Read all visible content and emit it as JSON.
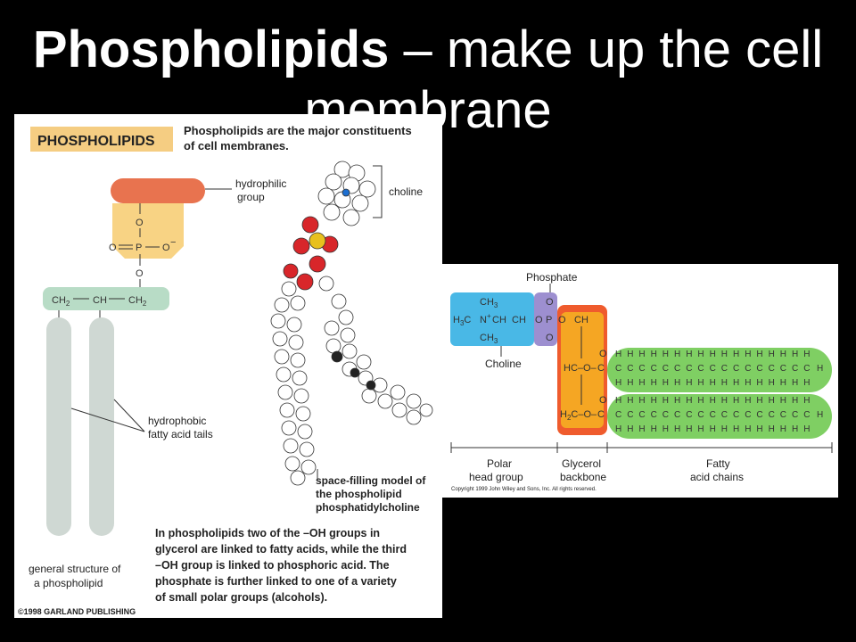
{
  "title": {
    "bold": "Phospholipids",
    "rest": " – make up the cell membrane"
  },
  "left_figure": {
    "header_box": "PHOSPHOLIPIDS",
    "intro_line1": "Phospholipids are the major constituents",
    "intro_line2": "of cell membranes.",
    "hydrophilic_line1": "hydrophilic",
    "hydrophilic_line2": "group",
    "choline": "choline",
    "atom_O_top": "O",
    "atom_O_left": "O",
    "atom_P": "P",
    "atom_O_right": "O",
    "charge_minus": "−",
    "atom_O_bottom": "O",
    "ch2_left": "CH",
    "sub2_left": "2",
    "ch_middle": "CH",
    "ch2_right": "CH",
    "sub2_right": "2",
    "hydrophobic_line1": "hydrophobic",
    "hydrophobic_line2": "fatty acid tails",
    "space_line1": "space-filling model of",
    "space_line2": "the phospholipid",
    "space_line3": "phosphatidylcholine",
    "general_line1": "general structure of",
    "general_line2": "a phospholipid",
    "body_line1": "In phospholipids two of the –OH groups in",
    "body_line2": "glycerol are linked to fatty acids, while the third",
    "body_line3": "–OH group is linked to phosphoric acid. The",
    "body_line4": "phosphate is further linked to one of a variety",
    "body_line5": "of small polar groups (alcohols).",
    "copyright": "©1998 GARLAND PUBLISHING"
  },
  "right_figure": {
    "phosphate_label": "Phosphate",
    "choline_label": "Choline",
    "ch3_top": "CH",
    "ch3_bottom": "CH",
    "sub3": "3",
    "h3c": "H",
    "n_plus": "N",
    "plus": "+",
    "ch2_a": "CH",
    "ch2_b": "CH",
    "o_link": "O",
    "p_atom": "P",
    "o_minus_top": "O",
    "o_bottom": "O",
    "o_link2": "O",
    "ch2_glycerol_top": "CH",
    "hc_o": "HC–O–",
    "h2c_o": "H",
    "c_atom": "C",
    "o_dbl": "O",
    "c_char": "C",
    "h_char": "H",
    "polar_line1": "Polar",
    "polar_line2": "head group",
    "glycerol_line1": "Glycerol",
    "glycerol_line2": "backbone",
    "fatty_line1": "Fatty",
    "fatty_line2": "acid chains",
    "copyright": "Copyright 1999 John Wiley and Sons, Inc. All rights reserved."
  },
  "colors": {
    "background": "#000000",
    "header_box": "#f5cd82",
    "hydrophilic": "#e8734f",
    "phosphate_zone": "#f8d384",
    "glycerol_zone": "#b8dcc6",
    "tail": "#cfd8d3",
    "choline_box": "#49b8e6",
    "phosphate_box": "#9d8fd0",
    "glycerol_box": "#ef5b2d",
    "glycerol_inner": "#f5a623",
    "fatty_chain": "#7fcf63",
    "oxygen_atom": "#d8262a",
    "phosphorus_atom": "#e8c01d",
    "nitrogen_atom": "#1d6fd1"
  }
}
